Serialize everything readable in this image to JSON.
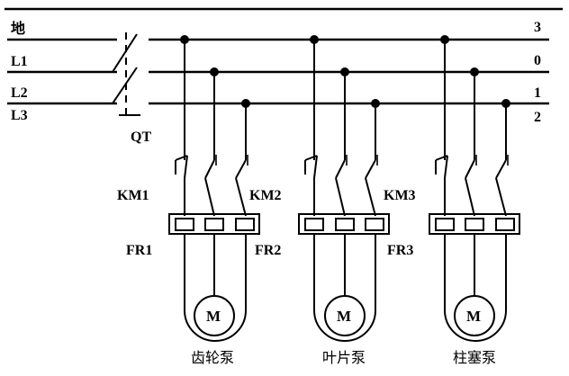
{
  "lines": {
    "left": [
      "地",
      "L1",
      "L2",
      "L3"
    ],
    "right": [
      "3",
      "0",
      "1",
      "2"
    ]
  },
  "switch_label": "QT",
  "units": [
    {
      "contactor": "KM1",
      "relay": "FR1",
      "motor": "M",
      "pump": "齿轮泵"
    },
    {
      "contactor": "KM2",
      "relay": "FR2",
      "motor": "M",
      "pump": "叶片泵"
    },
    {
      "contactor": "KM3",
      "relay": "FR3",
      "motor": "M",
      "pump": "柱塞泵"
    }
  ]
}
